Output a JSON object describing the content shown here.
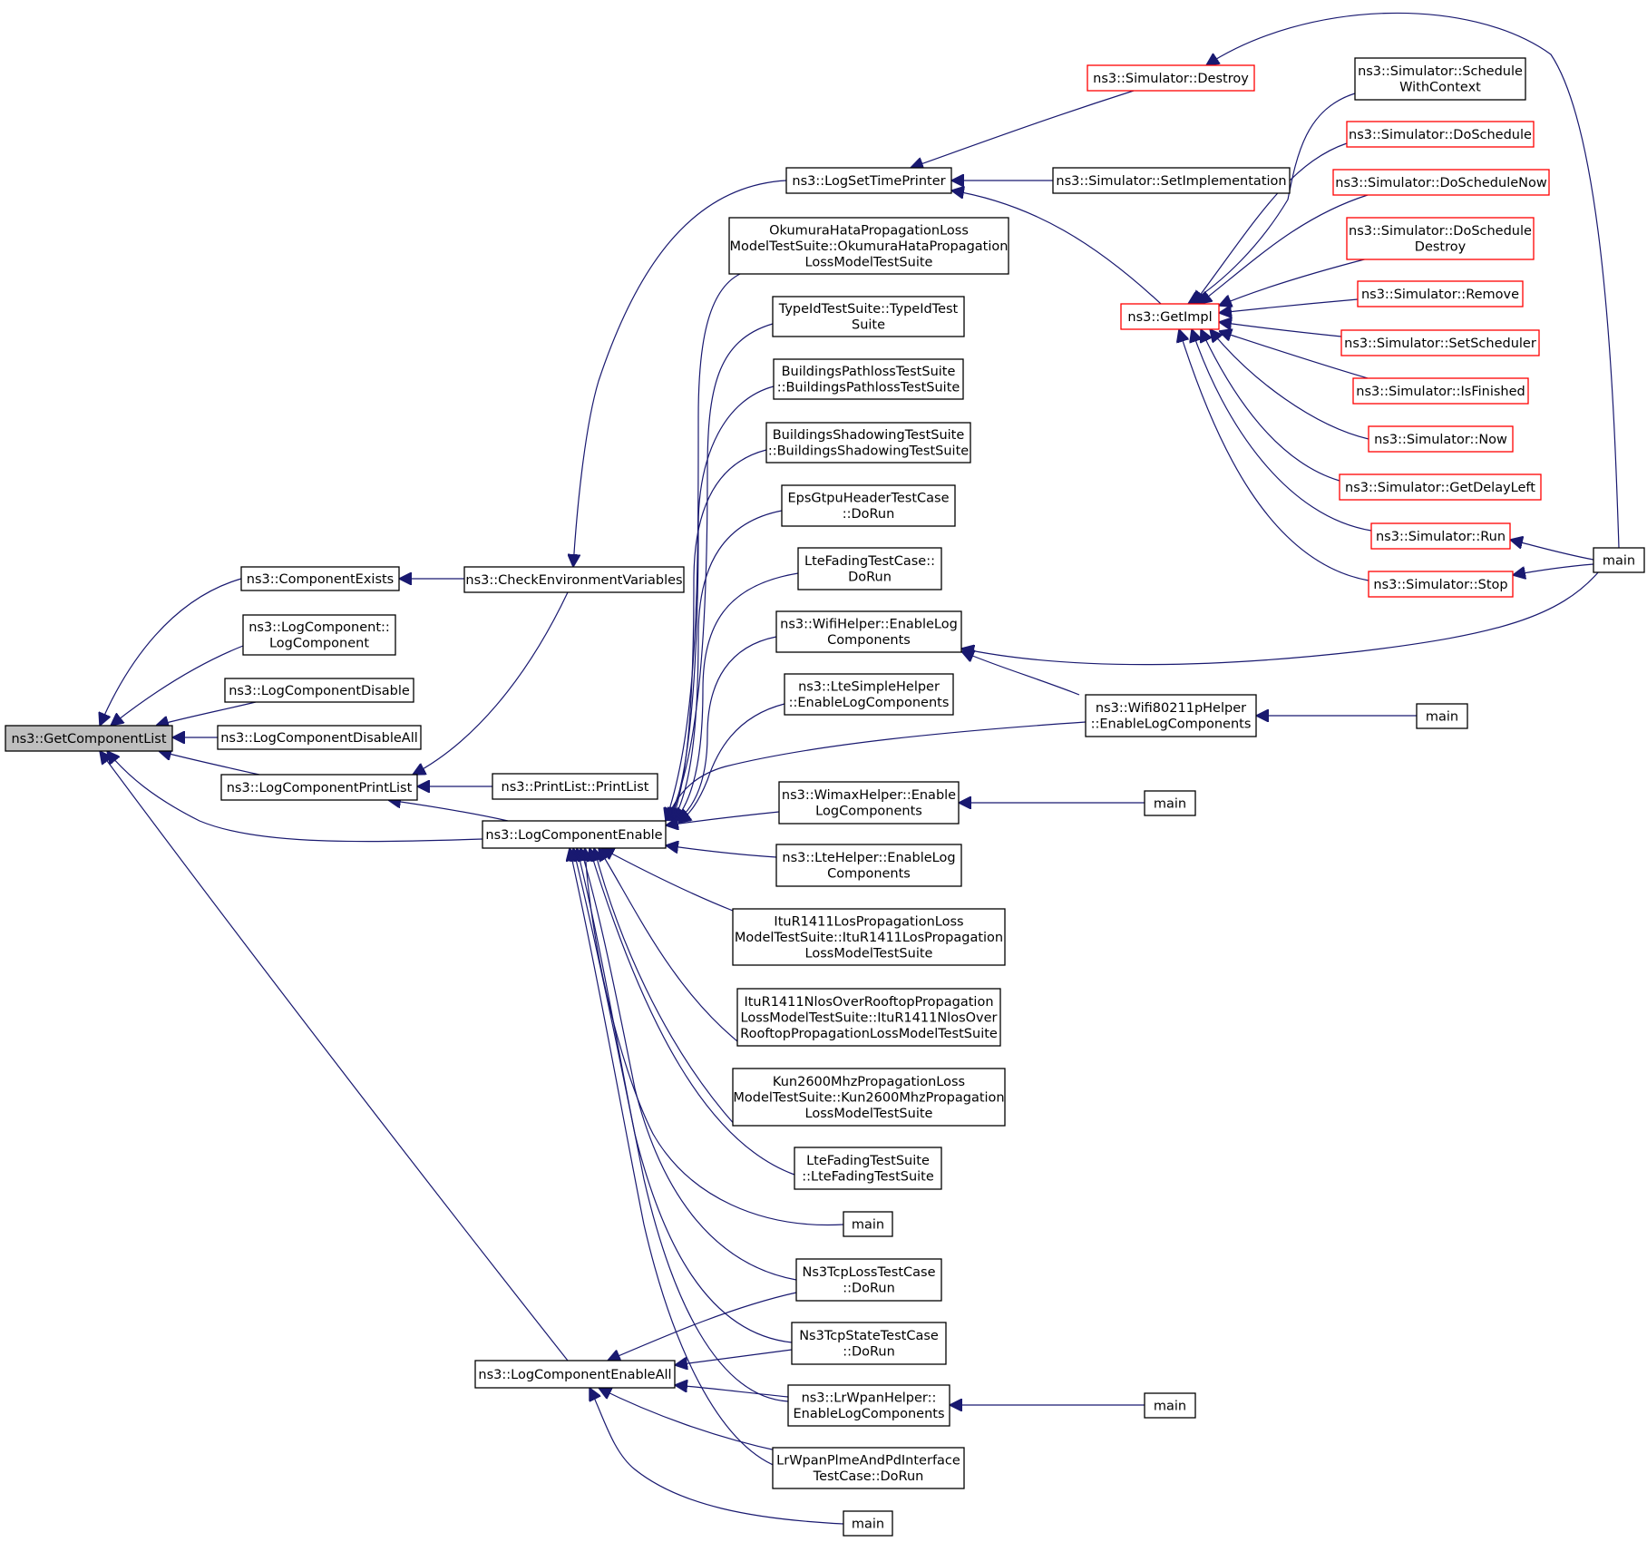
{
  "colors": {
    "edge": "#191970",
    "node_border": "#000000",
    "node_border_highlight": "#ff0000",
    "node_fill": "#ffffff",
    "root_fill": "#bfbfbf",
    "text": "#000000"
  },
  "graph": {
    "root": "n_getcomplist",
    "nodes": [
      {
        "id": "n_getcomplist",
        "lines": [
          "ns3::GetComponentList"
        ],
        "style": "root"
      },
      {
        "id": "n_compexists",
        "lines": [
          "ns3::ComponentExists"
        ],
        "style": "normal"
      },
      {
        "id": "n_logcomp",
        "lines": [
          "ns3::LogComponent::",
          "LogComponent"
        ],
        "style": "normal"
      },
      {
        "id": "n_logcompdisable",
        "lines": [
          "ns3::LogComponentDisable"
        ],
        "style": "normal"
      },
      {
        "id": "n_logcompdisableall",
        "lines": [
          "ns3::LogComponentDisableAll"
        ],
        "style": "normal"
      },
      {
        "id": "n_logcompprintlist",
        "lines": [
          "ns3::LogComponentPrintList"
        ],
        "style": "normal"
      },
      {
        "id": "n_logcompenable",
        "lines": [
          "ns3::LogComponentEnable"
        ],
        "style": "normal"
      },
      {
        "id": "n_logcompenableall",
        "lines": [
          "ns3::LogComponentEnableAll"
        ],
        "style": "normal"
      },
      {
        "id": "n_checkenv",
        "lines": [
          "ns3::CheckEnvironmentVariables"
        ],
        "style": "normal"
      },
      {
        "id": "n_printlist",
        "lines": [
          "ns3::PrintList::PrintList"
        ],
        "style": "normal"
      },
      {
        "id": "n_logsettime",
        "lines": [
          "ns3::LogSetTimePrinter"
        ],
        "style": "normal"
      },
      {
        "id": "n_okumura",
        "lines": [
          "OkumuraHataPropagationLoss",
          "ModelTestSuite::OkumuraHataPropagation",
          "LossModelTestSuite"
        ],
        "style": "normal"
      },
      {
        "id": "n_typeid",
        "lines": [
          "TypeIdTestSuite::TypeIdTest",
          "Suite"
        ],
        "style": "normal"
      },
      {
        "id": "n_bpathloss",
        "lines": [
          "BuildingsPathlossTestSuite",
          "::BuildingsPathlossTestSuite"
        ],
        "style": "normal"
      },
      {
        "id": "n_bshadow",
        "lines": [
          "BuildingsShadowingTestSuite",
          "::BuildingsShadowingTestSuite"
        ],
        "style": "normal"
      },
      {
        "id": "n_epsgtpu",
        "lines": [
          "EpsGtpuHeaderTestCase",
          "::DoRun"
        ],
        "style": "normal"
      },
      {
        "id": "n_ltefadingcase",
        "lines": [
          "LteFadingTestCase::",
          "DoRun"
        ],
        "style": "normal"
      },
      {
        "id": "n_wifihelper",
        "lines": [
          "ns3::WifiHelper::EnableLog",
          "Components"
        ],
        "style": "normal"
      },
      {
        "id": "n_ltesimple",
        "lines": [
          "ns3::LteSimpleHelper",
          "::EnableLogComponents"
        ],
        "style": "normal"
      },
      {
        "id": "n_wimax",
        "lines": [
          "ns3::WimaxHelper::Enable",
          "LogComponents"
        ],
        "style": "normal"
      },
      {
        "id": "n_ltehelper",
        "lines": [
          "ns3::LteHelper::EnableLog",
          "Components"
        ],
        "style": "normal"
      },
      {
        "id": "n_itulos",
        "lines": [
          "ItuR1411LosPropagationLoss",
          "ModelTestSuite::ItuR1411LosPropagation",
          "LossModelTestSuite"
        ],
        "style": "normal"
      },
      {
        "id": "n_itunlos",
        "lines": [
          "ItuR1411NlosOverRooftopPropagation",
          "LossModelTestSuite::ItuR1411NlosOver",
          "RooftopPropagationLossModelTestSuite"
        ],
        "style": "normal"
      },
      {
        "id": "n_kun",
        "lines": [
          "Kun2600MhzPropagationLoss",
          "ModelTestSuite::Kun2600MhzPropagation",
          "LossModelTestSuite"
        ],
        "style": "normal"
      },
      {
        "id": "n_ltefadingsuite",
        "lines": [
          "LteFadingTestSuite",
          "::LteFadingTestSuite"
        ],
        "style": "normal"
      },
      {
        "id": "n_main_a",
        "lines": [
          "main"
        ],
        "style": "normal"
      },
      {
        "id": "n_ns3tcploss",
        "lines": [
          "Ns3TcpLossTestCase",
          "::DoRun"
        ],
        "style": "normal"
      },
      {
        "id": "n_ns3tcpstate",
        "lines": [
          "Ns3TcpStateTestCase",
          "::DoRun"
        ],
        "style": "normal"
      },
      {
        "id": "n_lrwpan",
        "lines": [
          "ns3::LrWpanHelper::",
          "EnableLogComponents"
        ],
        "style": "normal"
      },
      {
        "id": "n_lrwpanplme",
        "lines": [
          "LrWpanPlmeAndPdInterface",
          "TestCase::DoRun"
        ],
        "style": "normal"
      },
      {
        "id": "n_main_b",
        "lines": [
          "main"
        ],
        "style": "normal"
      },
      {
        "id": "n_simdestroy",
        "lines": [
          "ns3::Simulator::Destroy"
        ],
        "style": "highlight"
      },
      {
        "id": "n_simsetimpl",
        "lines": [
          "ns3::Simulator::SetImplementation"
        ],
        "style": "normal"
      },
      {
        "id": "n_getimpl",
        "lines": [
          "ns3::GetImpl"
        ],
        "style": "highlight"
      },
      {
        "id": "n_wifi80211p",
        "lines": [
          "ns3::Wifi80211pHelper",
          "::EnableLogComponents"
        ],
        "style": "normal"
      },
      {
        "id": "n_main_wimax",
        "lines": [
          "main"
        ],
        "style": "normal"
      },
      {
        "id": "n_main_lrwpan",
        "lines": [
          "main"
        ],
        "style": "normal"
      },
      {
        "id": "n_simschedctx",
        "lines": [
          "ns3::Simulator::Schedule",
          "WithContext"
        ],
        "style": "normal"
      },
      {
        "id": "n_simdosched",
        "lines": [
          "ns3::Simulator::DoSchedule"
        ],
        "style": "highlight"
      },
      {
        "id": "n_simdoschednow",
        "lines": [
          "ns3::Simulator::DoScheduleNow"
        ],
        "style": "highlight"
      },
      {
        "id": "n_simdoscheddestroy",
        "lines": [
          "ns3::Simulator::DoSchedule",
          "Destroy"
        ],
        "style": "highlight"
      },
      {
        "id": "n_simremove",
        "lines": [
          "ns3::Simulator::Remove"
        ],
        "style": "highlight"
      },
      {
        "id": "n_simsetsched",
        "lines": [
          "ns3::Simulator::SetScheduler"
        ],
        "style": "highlight"
      },
      {
        "id": "n_simisfinished",
        "lines": [
          "ns3::Simulator::IsFinished"
        ],
        "style": "highlight"
      },
      {
        "id": "n_simnow",
        "lines": [
          "ns3::Simulator::Now"
        ],
        "style": "highlight"
      },
      {
        "id": "n_simgetdelay",
        "lines": [
          "ns3::Simulator::GetDelayLeft"
        ],
        "style": "highlight"
      },
      {
        "id": "n_simrun",
        "lines": [
          "ns3::Simulator::Run"
        ],
        "style": "highlight"
      },
      {
        "id": "n_simstop",
        "lines": [
          "ns3::Simulator::Stop"
        ],
        "style": "highlight"
      },
      {
        "id": "n_main_wifi80211p",
        "lines": [
          "main"
        ],
        "style": "normal"
      },
      {
        "id": "n_main_sim",
        "lines": [
          "main"
        ],
        "style": "normal"
      }
    ],
    "edges": [
      {
        "from": "n_compexists",
        "to": "n_getcomplist"
      },
      {
        "from": "n_logcomp",
        "to": "n_getcomplist"
      },
      {
        "from": "n_logcompdisable",
        "to": "n_getcomplist"
      },
      {
        "from": "n_logcompdisableall",
        "to": "n_getcomplist"
      },
      {
        "from": "n_logcompprintlist",
        "to": "n_getcomplist"
      },
      {
        "from": "n_logcompenable",
        "to": "n_getcomplist"
      },
      {
        "from": "n_logcompenableall",
        "to": "n_getcomplist"
      },
      {
        "from": "n_checkenv",
        "to": "n_compexists"
      },
      {
        "from": "n_checkenv",
        "to": "n_logcompprintlist"
      },
      {
        "from": "n_printlist",
        "to": "n_logcompprintlist"
      },
      {
        "from": "n_logcompenable",
        "to": "n_logcompprintlist"
      },
      {
        "from": "n_logsettime",
        "to": "n_checkenv"
      },
      {
        "from": "n_simdestroy",
        "to": "n_logsettime"
      },
      {
        "from": "n_simsetimpl",
        "to": "n_logsettime"
      },
      {
        "from": "n_getimpl",
        "to": "n_logsettime"
      },
      {
        "from": "n_main_sim",
        "to": "n_simdestroy"
      },
      {
        "from": "n_simschedctx",
        "to": "n_getimpl"
      },
      {
        "from": "n_simdosched",
        "to": "n_getimpl"
      },
      {
        "from": "n_simdoschednow",
        "to": "n_getimpl"
      },
      {
        "from": "n_simdoscheddestroy",
        "to": "n_getimpl"
      },
      {
        "from": "n_simremove",
        "to": "n_getimpl"
      },
      {
        "from": "n_simsetsched",
        "to": "n_getimpl"
      },
      {
        "from": "n_simisfinished",
        "to": "n_getimpl"
      },
      {
        "from": "n_simnow",
        "to": "n_getimpl"
      },
      {
        "from": "n_simgetdelay",
        "to": "n_getimpl"
      },
      {
        "from": "n_simrun",
        "to": "n_getimpl"
      },
      {
        "from": "n_simstop",
        "to": "n_getimpl"
      },
      {
        "from": "n_main_sim",
        "to": "n_simrun"
      },
      {
        "from": "n_main_sim",
        "to": "n_simstop"
      },
      {
        "from": "n_main_sim",
        "to": "n_wifihelper"
      },
      {
        "from": "n_wifi80211p",
        "to": "n_wifihelper"
      },
      {
        "from": "n_wifi80211p",
        "to": "n_logcompenable"
      },
      {
        "from": "n_main_wifi80211p",
        "to": "n_wifi80211p"
      },
      {
        "from": "n_okumura",
        "to": "n_logcompenable"
      },
      {
        "from": "n_typeid",
        "to": "n_logcompenable"
      },
      {
        "from": "n_bpathloss",
        "to": "n_logcompenable"
      },
      {
        "from": "n_bshadow",
        "to": "n_logcompenable"
      },
      {
        "from": "n_epsgtpu",
        "to": "n_logcompenable"
      },
      {
        "from": "n_ltefadingcase",
        "to": "n_logcompenable"
      },
      {
        "from": "n_wifihelper",
        "to": "n_logcompenable"
      },
      {
        "from": "n_ltesimple",
        "to": "n_logcompenable"
      },
      {
        "from": "n_wimax",
        "to": "n_logcompenable"
      },
      {
        "from": "n_ltehelper",
        "to": "n_logcompenable"
      },
      {
        "from": "n_main_wimax",
        "to": "n_wimax"
      },
      {
        "from": "n_itulos",
        "to": "n_logcompenable"
      },
      {
        "from": "n_itunlos",
        "to": "n_logcompenable"
      },
      {
        "from": "n_kun",
        "to": "n_logcompenable"
      },
      {
        "from": "n_ltefadingsuite",
        "to": "n_logcompenable"
      },
      {
        "from": "n_main_a",
        "to": "n_logcompenable"
      },
      {
        "from": "n_ns3tcploss",
        "to": "n_logcompenable"
      },
      {
        "from": "n_ns3tcpstate",
        "to": "n_logcompenable"
      },
      {
        "from": "n_lrwpan",
        "to": "n_logcompenable"
      },
      {
        "from": "n_lrwpanplme",
        "to": "n_logcompenable"
      },
      {
        "from": "n_ns3tcploss",
        "to": "n_logcompenableall"
      },
      {
        "from": "n_ns3tcpstate",
        "to": "n_logcompenableall"
      },
      {
        "from": "n_lrwpan",
        "to": "n_logcompenableall"
      },
      {
        "from": "n_lrwpanplme",
        "to": "n_logcompenableall"
      },
      {
        "from": "n_main_b",
        "to": "n_logcompenableall"
      },
      {
        "from": "n_main_lrwpan",
        "to": "n_lrwpan"
      }
    ]
  }
}
